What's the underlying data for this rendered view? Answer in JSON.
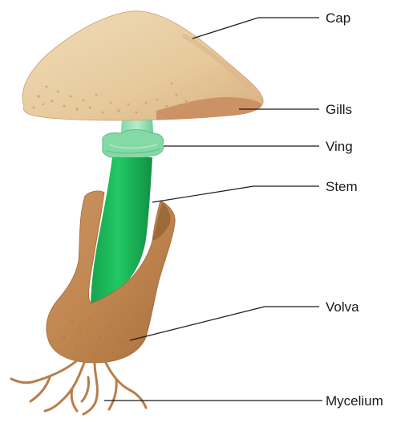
{
  "diagram": {
    "labels": {
      "cap": "Cap",
      "gills": "Gills",
      "ring": "Ving",
      "stem": "Stem",
      "volva": "Volva",
      "mycelium": "Mycelium"
    },
    "colors": {
      "cap": "#e8cfa6",
      "cap_shade": "#c9935f",
      "gills": "#c98b5e",
      "stem": "#1fbf5a",
      "stem_dark": "#15994a",
      "ring": "#7fd9a0",
      "volva": "#c08a52",
      "mycelium": "#b87e4a",
      "lines": "#1a1a1a"
    }
  }
}
